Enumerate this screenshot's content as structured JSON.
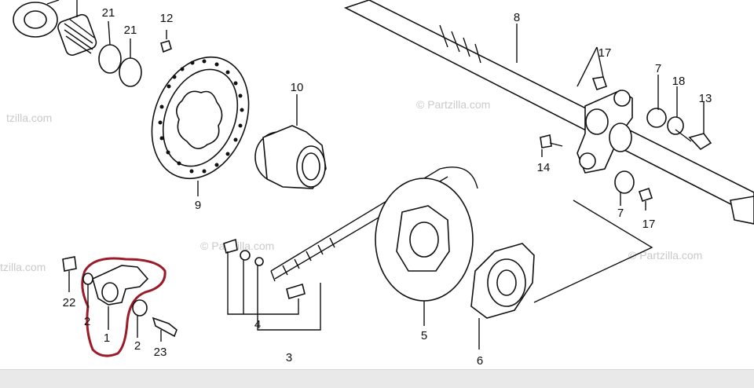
{
  "watermark": "© Partzilla.com",
  "watermark_partial": "tzilla.com",
  "callouts": {
    "c1": "1",
    "c2a": "2",
    "c2b": "2",
    "c3": "3",
    "c4": "4",
    "c5": "5",
    "c6": "6",
    "c7a": "7",
    "c7b": "7",
    "c8": "8",
    "c9": "9",
    "c10": "10",
    "c12": "12",
    "c13": "13",
    "c14": "14",
    "c17a": "17",
    "c17b": "17",
    "c18": "18",
    "c21a": "21",
    "c21b": "21",
    "c22": "22",
    "c23": "23"
  },
  "colors": {
    "highlight": "#9b1b2a",
    "ink": "#111111",
    "bar": "#e9e9e9"
  }
}
